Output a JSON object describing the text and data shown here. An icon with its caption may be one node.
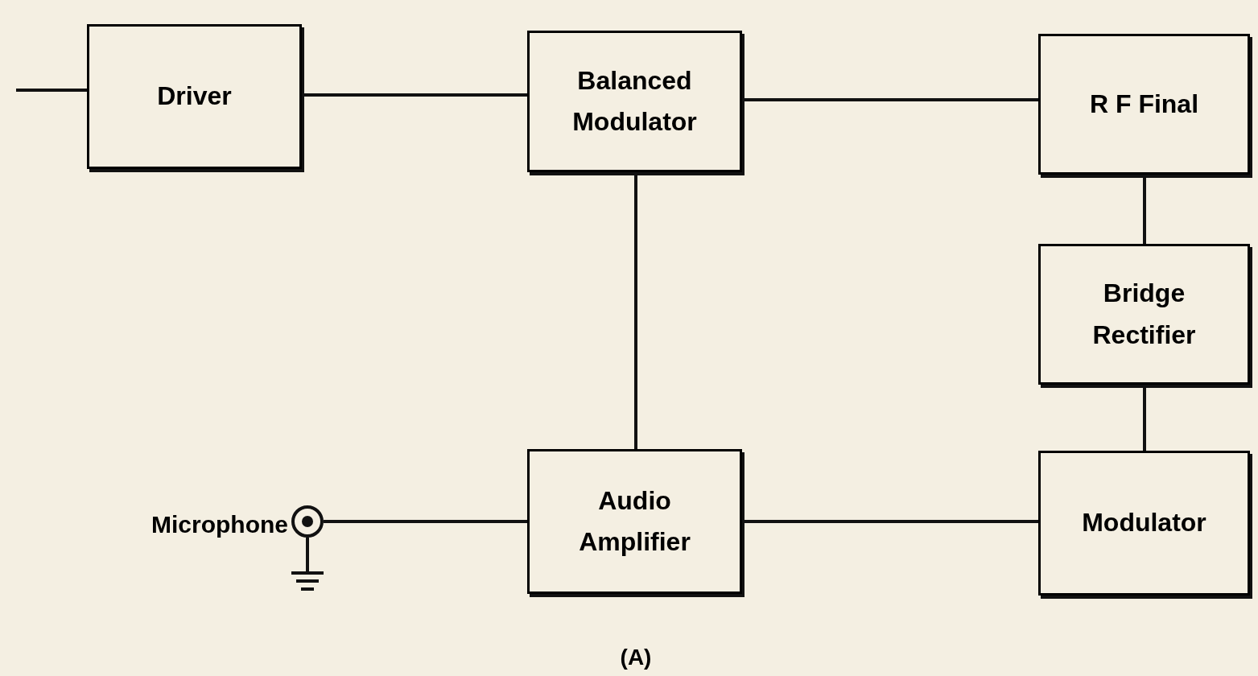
{
  "diagram": {
    "nodes": [
      {
        "text": [
          "Driver"
        ]
      },
      {
        "text": [
          "Balanced Modulator"
        ]
      },
      {
        "text": [
          "R F Final"
        ]
      },
      {
        "text": [
          "Bridge Rectifier"
        ]
      },
      {
        "text": [
          "Audio Amplifier"
        ]
      },
      {
        "text": [
          "Modulator"
        ]
      },
      {
        "text": [],
        "shape": "circle",
        "beside": [
          "Microphone"
        ]
      }
    ],
    "edges": [
      {
        "from": null,
        "to": 0,
        "arrow": "none"
      },
      {
        "from": 0,
        "to": 1,
        "arrow": "none"
      },
      {
        "from": 1,
        "to": 2,
        "arrow": "none"
      },
      {
        "from": 1,
        "to": 4,
        "arrow": "none"
      },
      {
        "from": 2,
        "to": 3,
        "arrow": "none"
      },
      {
        "from": 3,
        "to": 5,
        "arrow": "none"
      },
      {
        "from": 6,
        "to": 4,
        "arrow": "none"
      },
      {
        "from": 4,
        "to": 5,
        "arrow": "none"
      }
    ],
    "labels": [
      "(A)"
    ]
  }
}
